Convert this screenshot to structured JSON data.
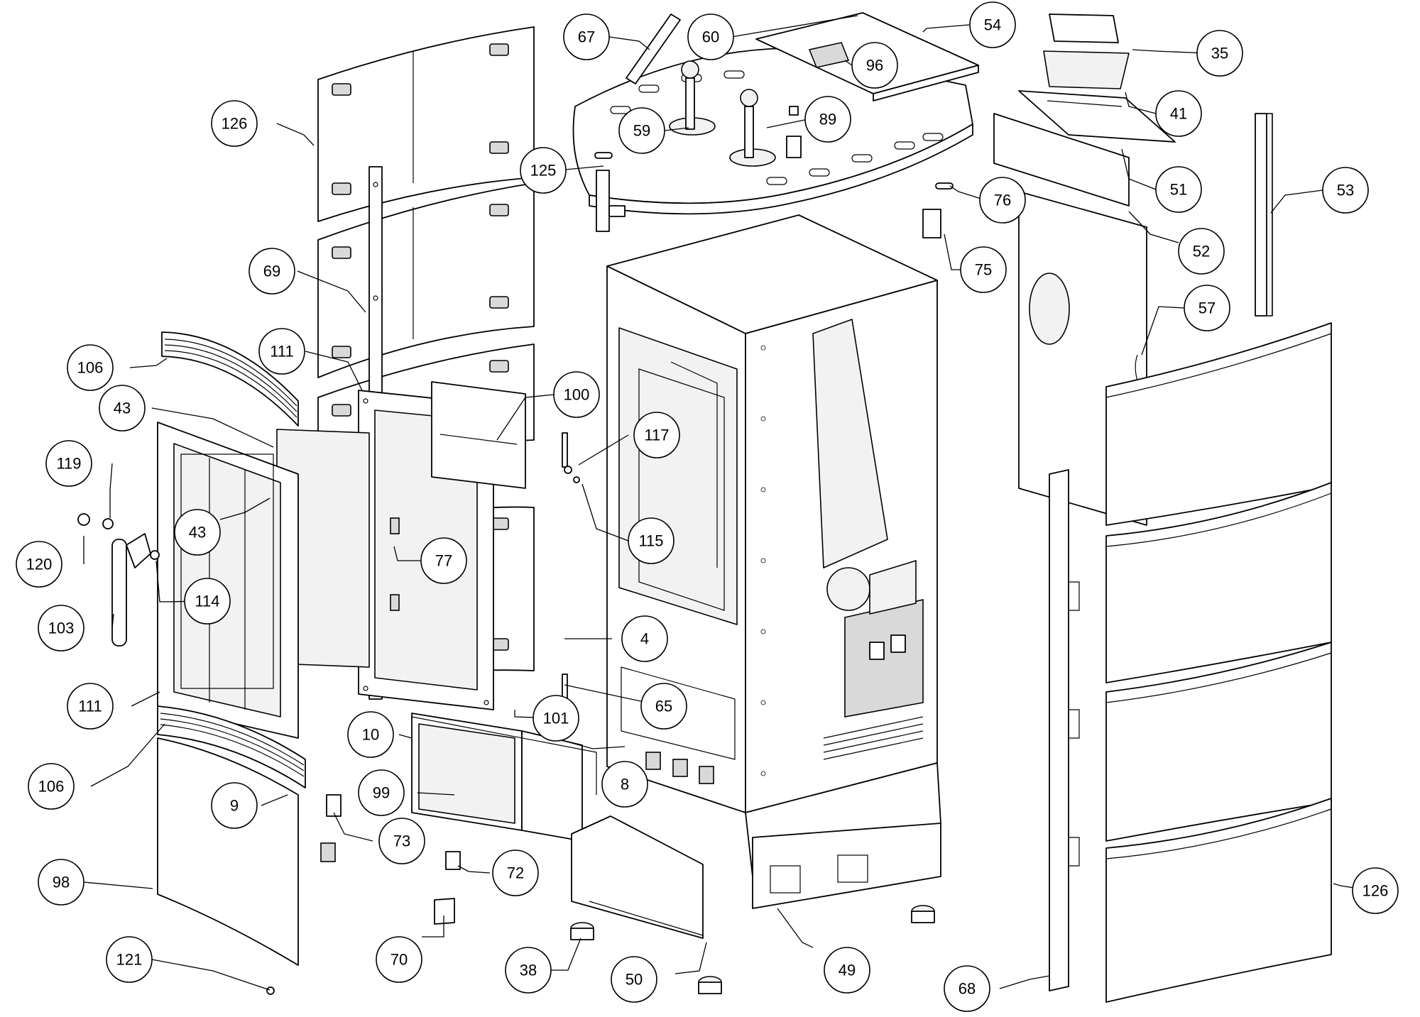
{
  "diagram": {
    "type": "exploded-parts-view",
    "part_numbers": [
      "4",
      "8",
      "9",
      "10",
      "35",
      "38",
      "41",
      "43",
      "49",
      "50",
      "51",
      "52",
      "53",
      "54",
      "57",
      "59",
      "60",
      "65",
      "67",
      "68",
      "69",
      "70",
      "72",
      "73",
      "75",
      "76",
      "77",
      "89",
      "96",
      "98",
      "99",
      "100",
      "101",
      "103",
      "106",
      "111",
      "114",
      "115",
      "117",
      "119",
      "120",
      "121",
      "125",
      "126"
    ]
  },
  "callouts": [
    {
      "id": "c67",
      "label": "67"
    },
    {
      "id": "c60",
      "label": "60"
    },
    {
      "id": "c54",
      "label": "54"
    },
    {
      "id": "c35",
      "label": "35"
    },
    {
      "id": "c96",
      "label": "96"
    },
    {
      "id": "c126a",
      "label": "126"
    },
    {
      "id": "c59",
      "label": "59"
    },
    {
      "id": "c89",
      "label": "89"
    },
    {
      "id": "c41",
      "label": "41"
    },
    {
      "id": "c125",
      "label": "125"
    },
    {
      "id": "c51",
      "label": "51"
    },
    {
      "id": "c53",
      "label": "53"
    },
    {
      "id": "c76",
      "label": "76"
    },
    {
      "id": "c52",
      "label": "52"
    },
    {
      "id": "c69",
      "label": "69"
    },
    {
      "id": "c75",
      "label": "75"
    },
    {
      "id": "c57",
      "label": "57"
    },
    {
      "id": "c111a",
      "label": "111"
    },
    {
      "id": "c106a",
      "label": "106"
    },
    {
      "id": "c100",
      "label": "100"
    },
    {
      "id": "c43a",
      "label": "43"
    },
    {
      "id": "c117",
      "label": "117"
    },
    {
      "id": "c119",
      "label": "119"
    },
    {
      "id": "c43b",
      "label": "43"
    },
    {
      "id": "c115",
      "label": "115"
    },
    {
      "id": "c120",
      "label": "120"
    },
    {
      "id": "c114",
      "label": "114"
    },
    {
      "id": "c77",
      "label": "77"
    },
    {
      "id": "c103",
      "label": "103"
    },
    {
      "id": "c4",
      "label": "4"
    },
    {
      "id": "c111b",
      "label": "111"
    },
    {
      "id": "c65",
      "label": "65"
    },
    {
      "id": "c101",
      "label": "101"
    },
    {
      "id": "c10",
      "label": "10"
    },
    {
      "id": "c106b",
      "label": "106"
    },
    {
      "id": "c8",
      "label": "8"
    },
    {
      "id": "c99",
      "label": "99"
    },
    {
      "id": "c9",
      "label": "9"
    },
    {
      "id": "c73",
      "label": "73"
    },
    {
      "id": "c72",
      "label": "72"
    },
    {
      "id": "c98",
      "label": "98"
    },
    {
      "id": "c126b",
      "label": "126"
    },
    {
      "id": "c49",
      "label": "49"
    },
    {
      "id": "c121",
      "label": "121"
    },
    {
      "id": "c70",
      "label": "70"
    },
    {
      "id": "c38",
      "label": "38"
    },
    {
      "id": "c50",
      "label": "50"
    },
    {
      "id": "c68",
      "label": "68"
    }
  ]
}
